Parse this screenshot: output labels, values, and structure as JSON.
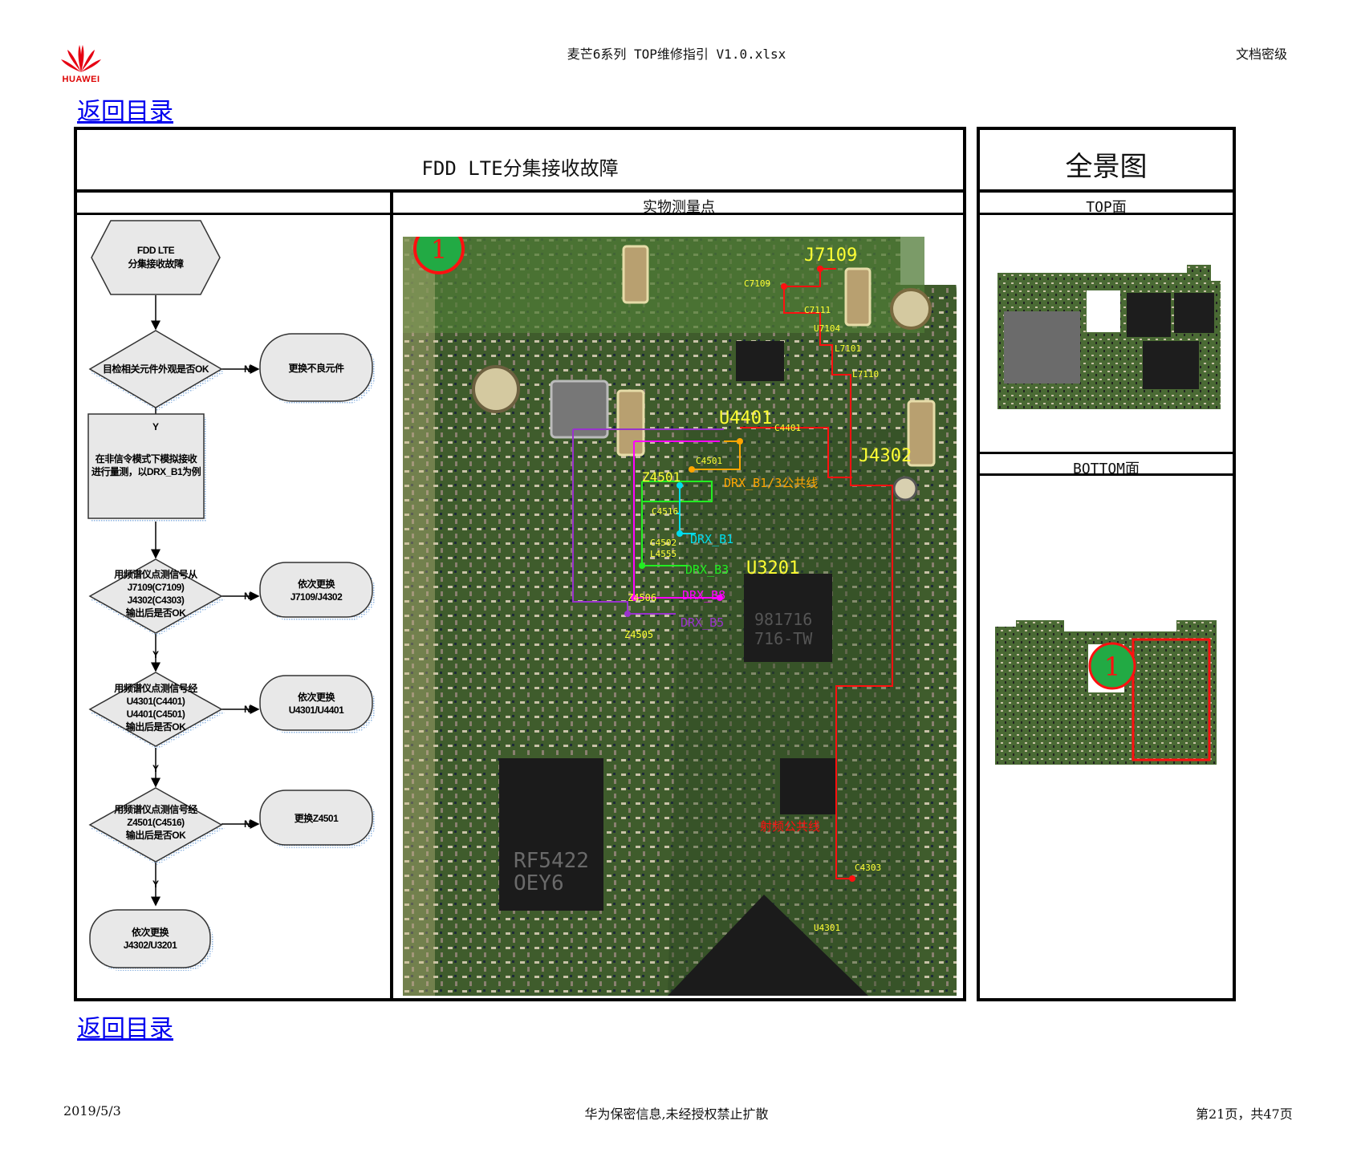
{
  "header": {
    "logo_text": "HUAWEI",
    "doc_title": "麦芒6系列 TOP维修指引  V1.0.xlsx",
    "classification": "文档密级"
  },
  "nav": {
    "toc_top": "返回目录",
    "toc_bottom": "返回目录"
  },
  "table": {
    "title": "FDD LTE分集接收故障",
    "measure_header": "实物测量点",
    "panorama_title": "全景图",
    "top_label": "TOP面",
    "bottom_label": "BOTTOM面"
  },
  "flowchart": {
    "start": [
      "FDD LTE",
      "分集接收故障"
    ],
    "check1": "目检相关元件外观是否OK",
    "action1": "更换不良元件",
    "step2": [
      "在非信令模式下模拟接收",
      "进行量测，以DRX_B1为例"
    ],
    "check3": [
      "用频谱仪点测信号从",
      "J7109(C7109)",
      "J4302(C4303)",
      "输出后是否OK"
    ],
    "action3": [
      "依次更换",
      "J7109/J4302"
    ],
    "check4": [
      "用频谱仪点测信号经",
      "U4301(C4401)",
      "U4401(C4501)",
      "输出后是否OK"
    ],
    "action4": [
      "依次更换",
      "U4301/U4401"
    ],
    "check5": [
      "用频谱仪点测信号经",
      "Z4501(C4516)",
      "输出后是否OK"
    ],
    "action5": "更换Z4501",
    "end": [
      "依次更换",
      "J4302/U3201"
    ],
    "yes": "Y",
    "no": "N"
  },
  "photo_labels": {
    "marker": "1",
    "j7109": "J7109",
    "c7109": "C7109",
    "c7111": "C7111",
    "u7104": "U7104",
    "l7101": "L7101",
    "l7110": "L7110",
    "u4401": "U4401",
    "c4401": "C4401",
    "j4302": "J4302",
    "c4501": "C4501",
    "z4501": "Z4501",
    "drx_common": "DRX_B1/3公共线",
    "c4516": "C4516",
    "c4502": "C4502",
    "l4555": "L4555",
    "drx_b1": "DRX_B1",
    "drx_b3": "DRX_B3",
    "u3201": "U3201",
    "z4506": "Z4506",
    "drx_b8": "DRX_B8",
    "z4505": "Z4505",
    "drx_b5": "DRX_B5",
    "rf_common": "射频公共线",
    "c4303": "C4303",
    "u4301": "U4301",
    "chip1": "RF5422",
    "chip1b": "OEY6",
    "chip2_text": "981716",
    "chip2_text2": "716-TW"
  },
  "pano_labels": {
    "marker": "1"
  },
  "footer": {
    "date": "2019/5/3",
    "notice": "华为保密信息,未经授权禁止扩散",
    "page": "第21页，共47页"
  },
  "colors": {
    "link": "#0000ee",
    "red_trace": "#ff1010",
    "orange_trace": "#ffa500",
    "green_trace": "#22ee22",
    "cyan_trace": "#00ddee",
    "magenta_trace": "#ff00ff",
    "purple_trace": "#9933cc",
    "label_yellow": "#ffff33",
    "pcb_green": "#3d5a2a"
  }
}
